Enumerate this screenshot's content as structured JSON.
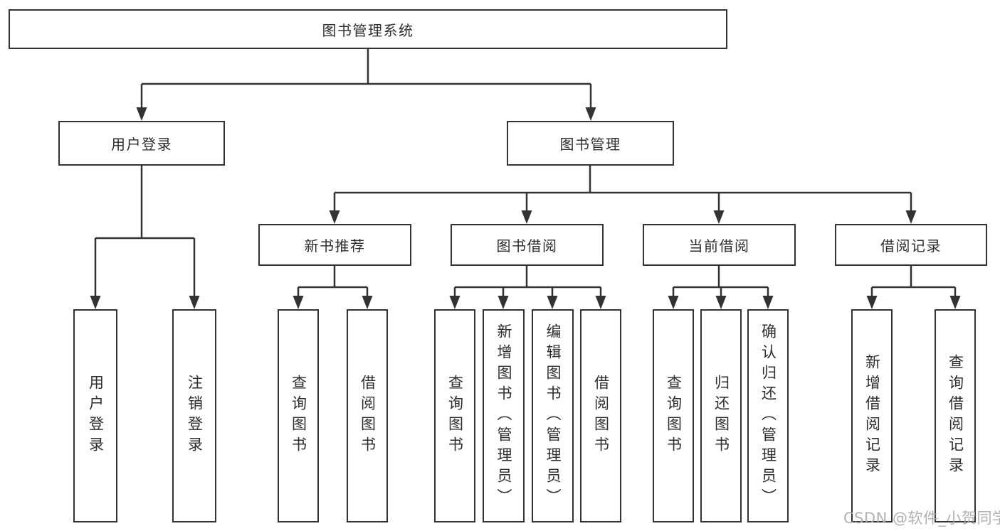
{
  "diagram": {
    "title": "图书管理系统",
    "root": {
      "label": "图书管理系统"
    },
    "level2": [
      {
        "id": "user-login",
        "label": "用户登录"
      },
      {
        "id": "book-management",
        "label": "图书管理"
      }
    ],
    "level3": [
      {
        "id": "new-book-recommend",
        "parent": "book-management",
        "label": "新书推荐"
      },
      {
        "id": "book-borrow",
        "parent": "book-management",
        "label": "图书借阅"
      },
      {
        "id": "current-borrow",
        "parent": "book-management",
        "label": "当前借阅"
      },
      {
        "id": "borrow-records",
        "parent": "book-management",
        "label": "借阅记录"
      }
    ],
    "level4": [
      {
        "parent": "user-login",
        "label": "用户登录"
      },
      {
        "parent": "user-login",
        "label": "注销登录"
      },
      {
        "parent": "new-book-recommend",
        "label": "查询图书"
      },
      {
        "parent": "new-book-recommend",
        "label": "借阅图书"
      },
      {
        "parent": "book-borrow",
        "label": "查询图书"
      },
      {
        "parent": "book-borrow",
        "label": "新增图书（管理员）"
      },
      {
        "parent": "book-borrow",
        "label": "编辑图书（管理员）"
      },
      {
        "parent": "book-borrow",
        "label": "借阅图书"
      },
      {
        "parent": "current-borrow",
        "label": "查询图书"
      },
      {
        "parent": "current-borrow",
        "label": "归还图书"
      },
      {
        "parent": "current-borrow",
        "label": "确认归还（管理员）"
      },
      {
        "parent": "borrow-records",
        "label": "新增借阅记录"
      },
      {
        "parent": "borrow-records",
        "label": "查询借阅记录"
      }
    ],
    "watermark": "CSDN @软件_小贺同学",
    "colors": {
      "line": "#333333",
      "box_background": "#ffffff",
      "text": "#2d2d2d",
      "watermark": "#acaaad"
    }
  }
}
